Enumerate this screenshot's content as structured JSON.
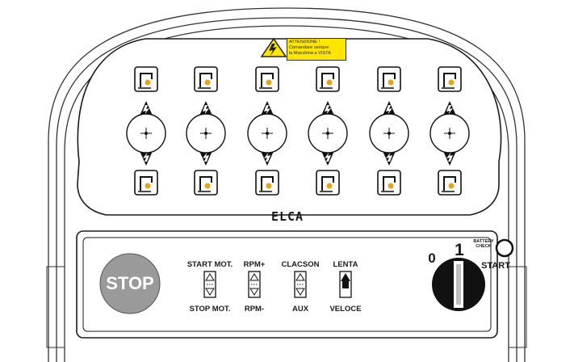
{
  "brand": "ELCA",
  "warning_label": {
    "line1": "ATTENZIONE !",
    "line2": "Comandare sempre",
    "line3": "la Macchina a VISTA"
  },
  "joysticks": [
    {
      "top_icon": "crane-slew-left-icon",
      "bottom_icon": "crane-slew-right-icon"
    },
    {
      "top_icon": "boom-lower-icon",
      "bottom_icon": "boom-raise-icon"
    },
    {
      "top_icon": "jib-lower-icon",
      "bottom_icon": "jib-raise-icon"
    },
    {
      "top_icon": "jib-extend-icon",
      "bottom_icon": "jib-retract-icon"
    },
    {
      "top_icon": "boom-extend-icon",
      "bottom_icon": "boom-retract-icon"
    },
    {
      "top_icon": "winch-down-icon",
      "bottom_icon": "winch-up-icon"
    }
  ],
  "stop_button": "STOP",
  "switches": [
    {
      "top": "START MOT.",
      "bottom": "STOP MOT."
    },
    {
      "top": "RPM+",
      "bottom": "RPM-"
    },
    {
      "top": "CLACSON",
      "bottom": "AUX"
    },
    {
      "top": "LENTA",
      "bottom": "VELOCE"
    }
  ],
  "key_switch": {
    "pos0": "0",
    "pos1": "1",
    "start": "START"
  },
  "battery_check": {
    "line1": "BATTERY",
    "line2": "CHECK"
  },
  "colors": {
    "warning_yellow": "#ffe600",
    "stop_gray": "#9a9a9a",
    "icon_orange": "#e8a317"
  }
}
